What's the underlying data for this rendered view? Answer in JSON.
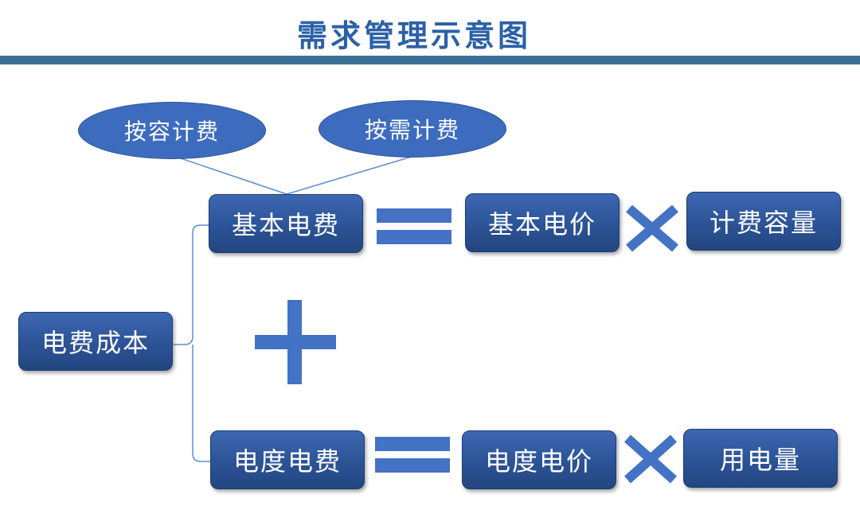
{
  "title": "需求管理示意图",
  "colors": {
    "title_text": "#2b60a8",
    "title_bar": "#3b6f95",
    "box_fill": "#2c5396",
    "oval_fill": "#3d6cbf",
    "symbol": "#4472c4",
    "connector": "#5b8fd0"
  },
  "nodes": {
    "electricity_cost": "电费成本",
    "basic_fee": "基本电费",
    "basic_price": "基本电价",
    "billing_capacity": "计费容量",
    "energy_fee": "电度电费",
    "energy_price": "电度电价",
    "consumption": "用电量",
    "capacity_billing": "按容计费",
    "demand_billing": "按需计费"
  },
  "operators": {
    "equals": "equals-icon",
    "times": "multiply-icon",
    "plus": "plus-icon"
  }
}
